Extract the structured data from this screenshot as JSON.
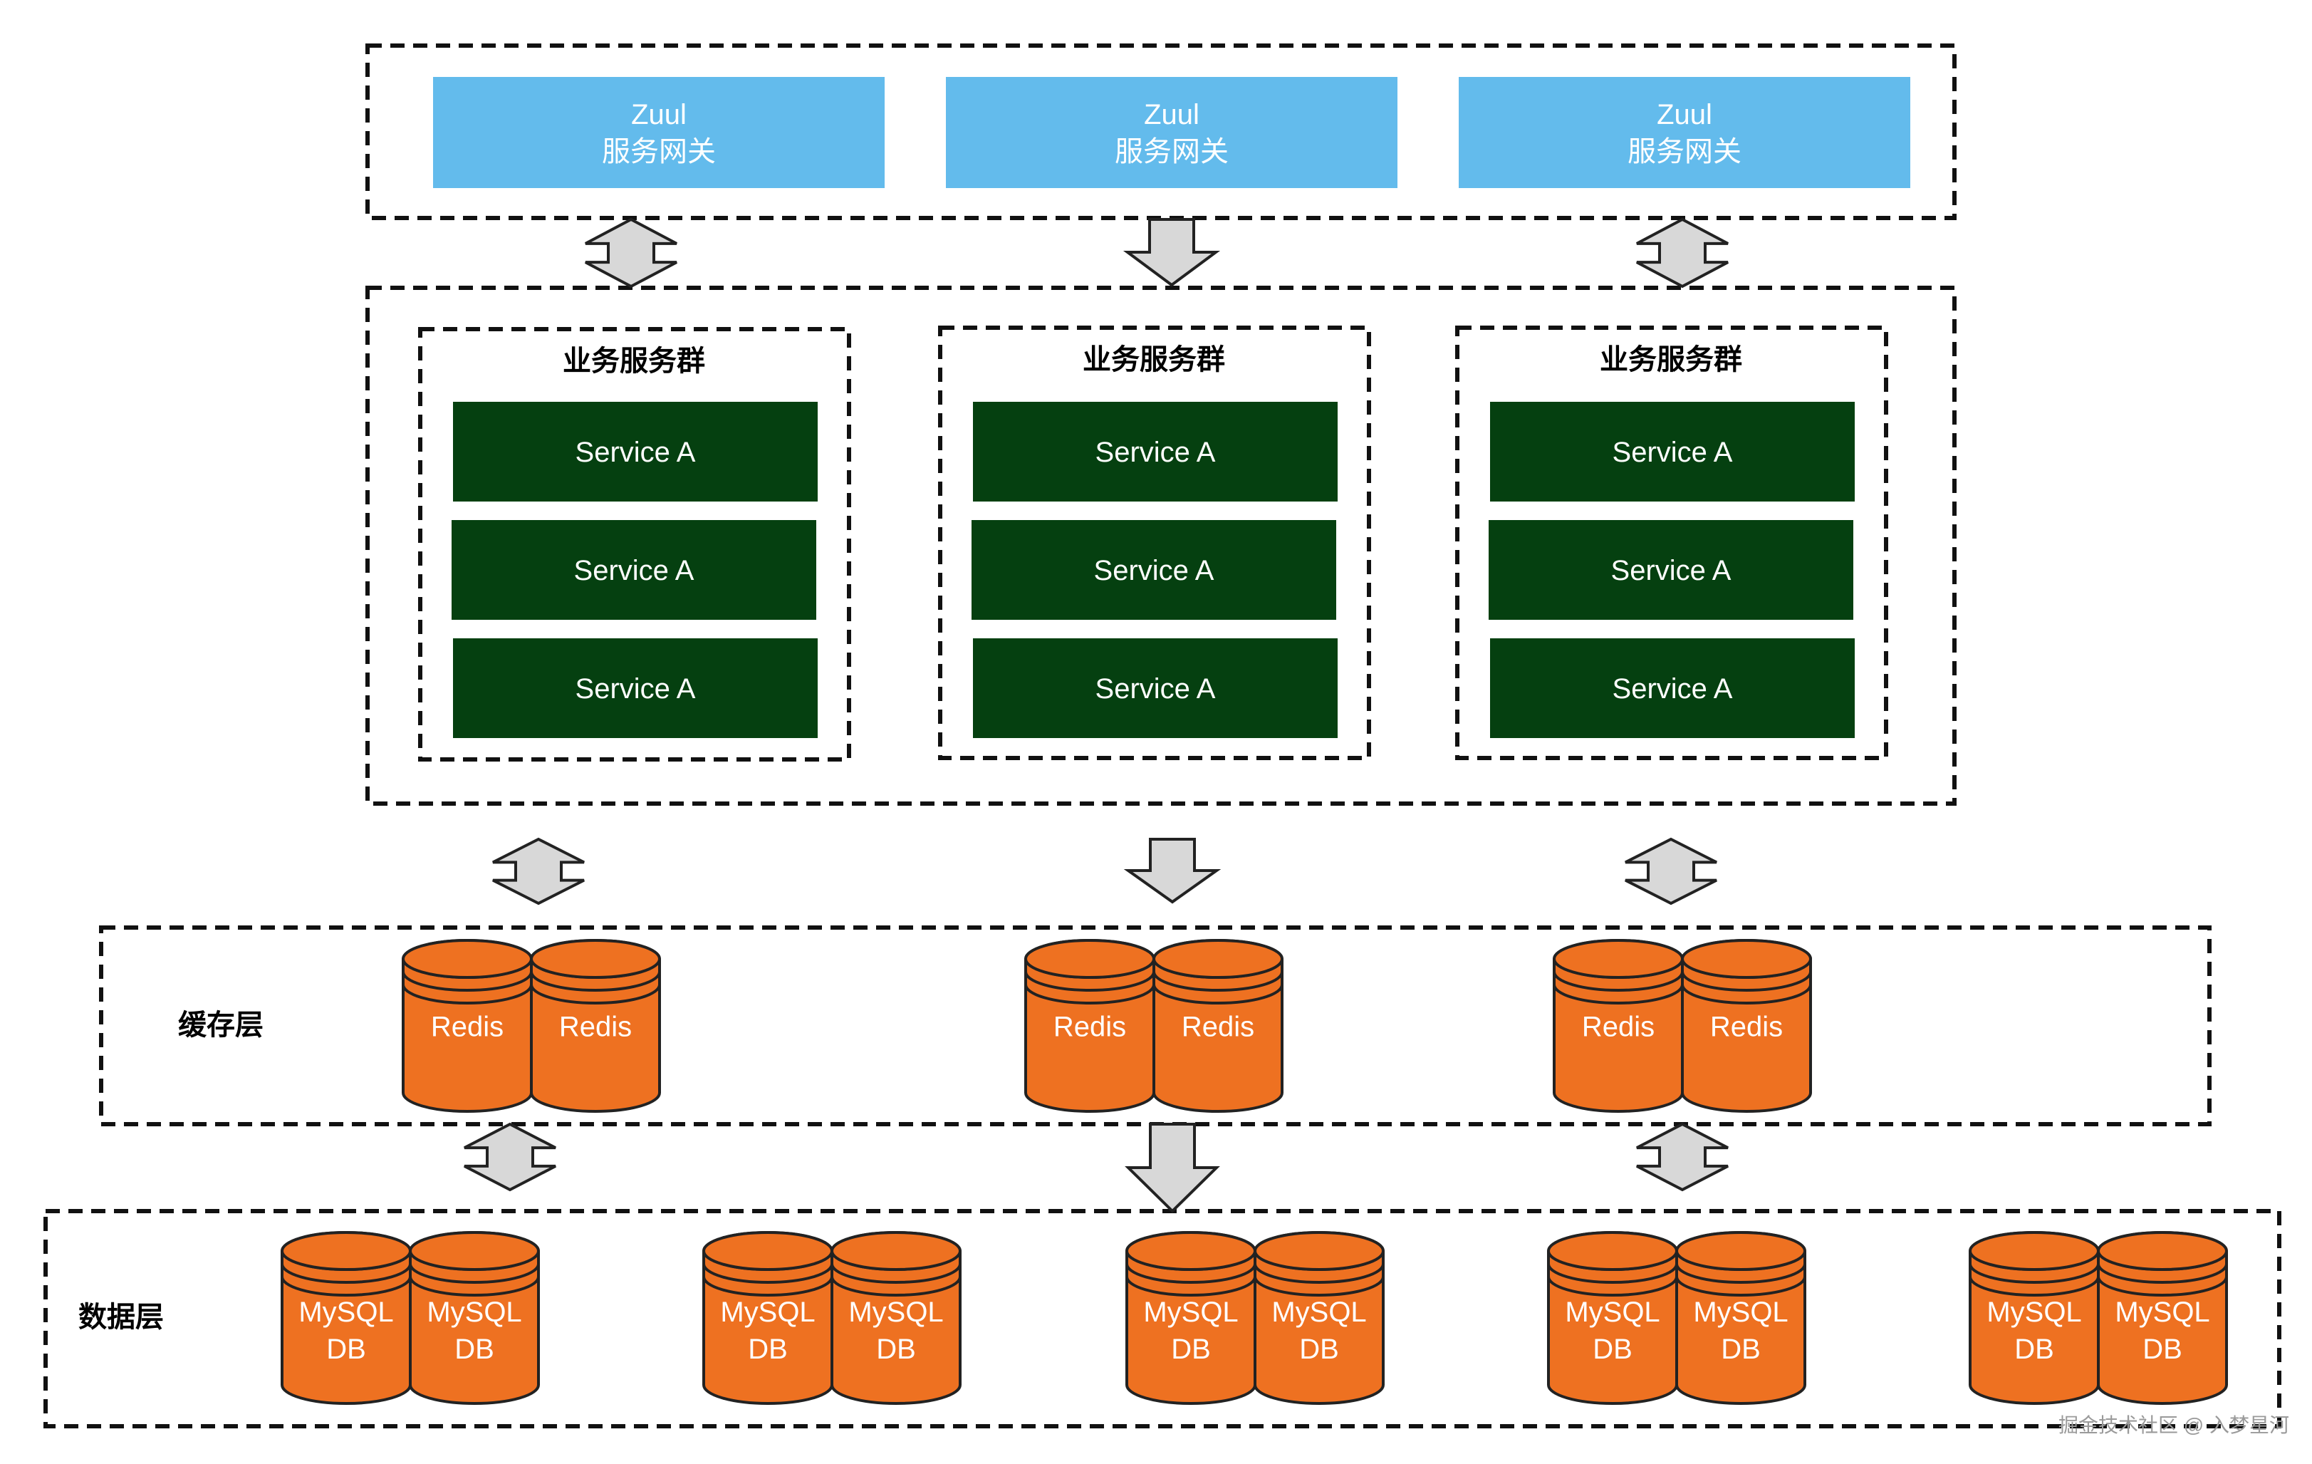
{
  "gateway": {
    "name_label": "Zuul",
    "desc_label": "服务网关",
    "color": "#63bbec",
    "text_color": "#ffffff",
    "count": 3
  },
  "service_layer": {
    "group_title": "业务服务群",
    "service_label": "Service A",
    "service_color": "#054010",
    "groups": 3,
    "services_per_group": 3
  },
  "cache_layer": {
    "title": "缓存层",
    "db_label": "Redis",
    "clusters": 3
  },
  "data_layer": {
    "title": "数据层",
    "db_label_line1": "MySQL",
    "db_label_line2": "DB",
    "clusters": 5
  },
  "colors": {
    "cylinder_fill": "#ee7121",
    "cylinder_stroke": "#222222",
    "arrow_fill": "#d8d8d8",
    "arrow_stroke": "#222222",
    "dash_stroke": "#111111"
  },
  "watermark": "掘金技术社区 @ 入梦星河"
}
